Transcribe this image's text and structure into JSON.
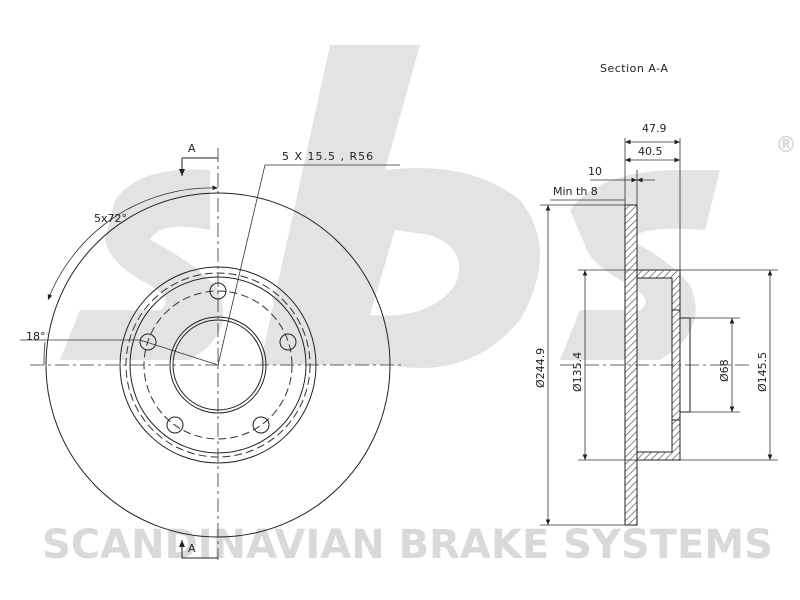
{
  "watermark": {
    "logo": "sbs",
    "registered": "®",
    "brand": "SCANDINAVIAN BRAKE SYSTEMS"
  },
  "front_view": {
    "section_marker_top": "A",
    "section_marker_bottom": "A",
    "bolt_label": "5 X 15.5 , R56",
    "angle_pitch": "5x72°",
    "angle_offset": "18°"
  },
  "section_view": {
    "title": "Section A-A",
    "dims": {
      "overall_height": "47.9",
      "hat_height": "40.5",
      "thickness": "10",
      "min_thickness": "Min th 8",
      "outer_diameter": "Ø244.9",
      "hat_diameter": "Ø135.4",
      "bore_diameter": "Ø68",
      "bolt_circle": "Ø145.5"
    }
  }
}
